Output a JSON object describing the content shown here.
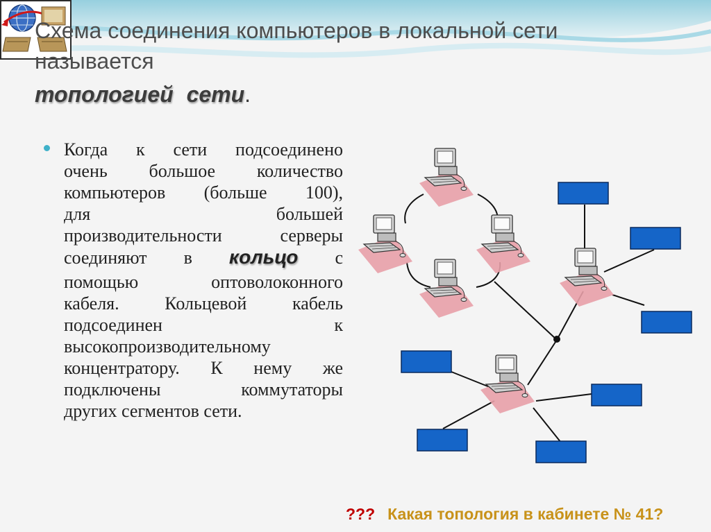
{
  "title": {
    "line1": "Схема соединения компьютеров в локальной сети",
    "line2": "называется",
    "emphasis": "топологией   сети",
    "period": "."
  },
  "bullet": {
    "lines": [
      "Когда к сети подсоединено",
      "очень большое количество",
      "компьютеров (больше 100),",
      "для большей",
      "производительности серверы"
    ],
    "ring_before": "соединяют в",
    "ring_word": "кольцо",
    "ring_after": "с",
    "lines_after": [
      "помощью оптоволоконного",
      "кабеля. Кольцевой кабель",
      "подсоединен к",
      "высокопроизводительному",
      "концентратору. К нему же",
      "подключены коммутаторы"
    ],
    "last_line": "других сегментов сети."
  },
  "footer": {
    "marks": "???",
    "question": "Какая топология в кабинете № 41?"
  },
  "colors": {
    "switch_box": "#1565c8",
    "computer_shadow": "#e8a0a8",
    "accent_bullet": "#3fb1c9",
    "footer_marks": "#c00000",
    "footer_text": "#c8921a"
  }
}
